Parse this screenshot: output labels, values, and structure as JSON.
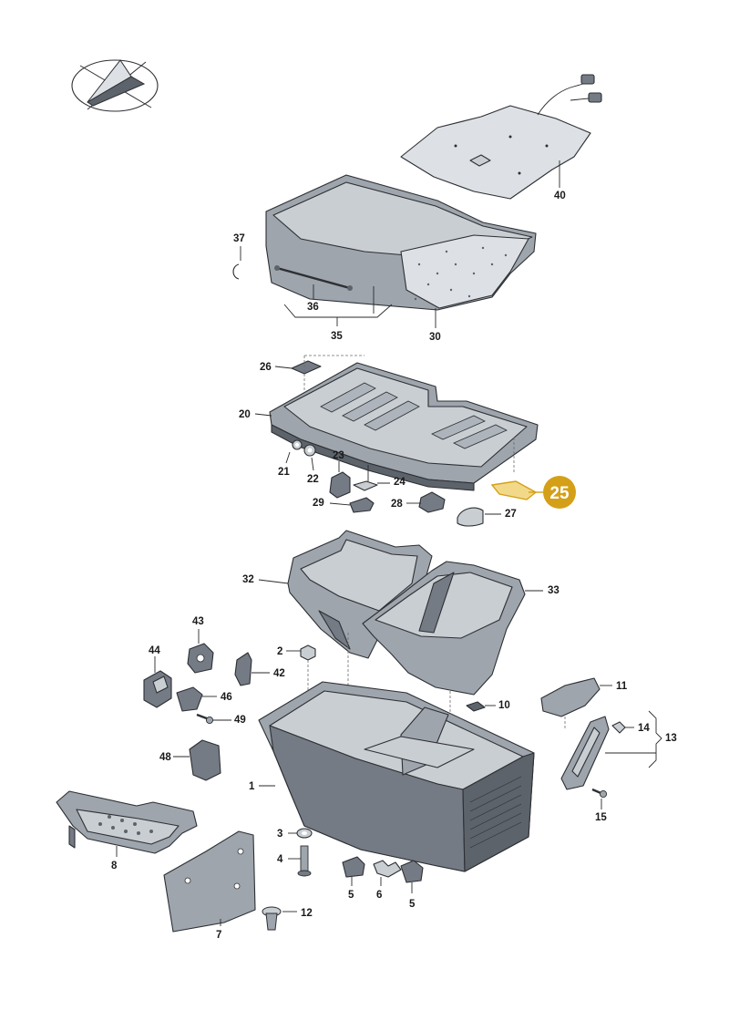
{
  "callouts": {
    "c1": "1",
    "c2": "2",
    "c3": "3",
    "c4": "4",
    "c5a": "5",
    "c5b": "5",
    "c6": "6",
    "c7": "7",
    "c8": "8",
    "c10": "10",
    "c11": "11",
    "c12": "12",
    "c13": "13",
    "c14": "14",
    "c15": "15",
    "c20": "20",
    "c21": "21",
    "c22": "22",
    "c23": "23",
    "c24": "24",
    "c26": "26",
    "c27": "27",
    "c28": "28",
    "c29": "29",
    "c30": "30",
    "c32": "32",
    "c33": "33",
    "c35": "35",
    "c36": "36",
    "c37": "37",
    "c40": "40",
    "c42": "42",
    "c43": "43",
    "c44": "44",
    "c46": "46",
    "c48": "48",
    "c49": "49"
  },
  "highlight": {
    "label": "25",
    "color": "#d4a017"
  },
  "colors": {
    "part_fill": "#9ea5ad",
    "part_light": "#c9ced3",
    "outline": "#2d2f33"
  }
}
